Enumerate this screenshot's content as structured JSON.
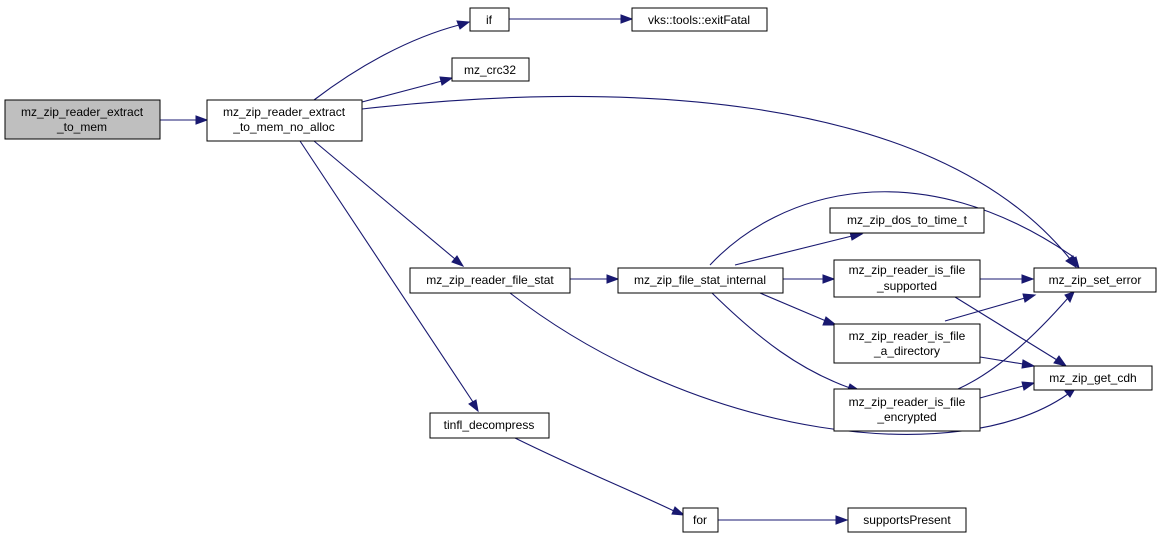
{
  "graph": {
    "nodes": {
      "root": [
        "mz_zip_reader_extract",
        "_to_mem"
      ],
      "extract_no_alloc": [
        "mz_zip_reader_extract",
        "_to_mem_no_alloc"
      ],
      "if": [
        "if"
      ],
      "exitfatal": [
        "vks::tools::exitFatal"
      ],
      "crc32": [
        "mz_crc32"
      ],
      "file_stat": [
        "mz_zip_reader_file_stat"
      ],
      "file_stat_internal": [
        "mz_zip_file_stat_internal"
      ],
      "dos_to_time": [
        "mz_zip_dos_to_time_t"
      ],
      "is_supported": [
        "mz_zip_reader_is_file",
        "_supported"
      ],
      "is_directory": [
        "mz_zip_reader_is_file",
        "_a_directory"
      ],
      "is_encrypted": [
        "mz_zip_reader_is_file",
        "_encrypted"
      ],
      "set_error": [
        "mz_zip_set_error"
      ],
      "get_cdh": [
        "mz_zip_get_cdh"
      ],
      "tinfl": [
        "tinfl_decompress"
      ],
      "for": [
        "for"
      ],
      "supports_present": [
        "supportsPresent"
      ]
    },
    "colors": {
      "edge": "#191970",
      "root_fill": "#bfbfbf",
      "node_fill": "#ffffff",
      "border": "#000000"
    }
  }
}
